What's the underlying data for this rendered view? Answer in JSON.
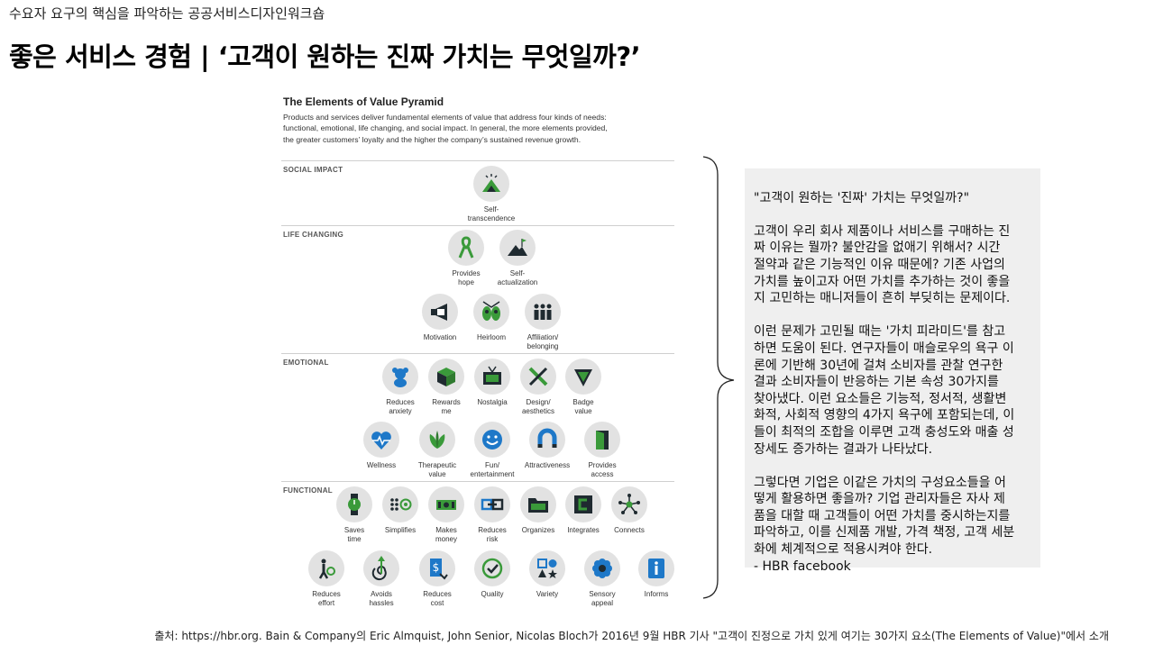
{
  "header": {
    "subtitle": "수요자 요구의 핵심을 파악하는 공공서비스디자인워크숍",
    "headline": "좋은 서비스 경험  |  ‘고객이 원하는 진짜 가치는 무엇일까?’"
  },
  "pyramid": {
    "title": "The Elements of Value Pyramid",
    "description": [
      "Products and services deliver fundamental elements of value that address four kinds of needs:",
      "functional, emotional, life changing, and social impact. In general, the more elements provided,",
      "the greater customers’ loyalty and the higher the company’s sustained revenue growth."
    ],
    "categories": {
      "social": "SOCIAL IMPACT",
      "life": "LIFE CHANGING",
      "emotional": "EMOTIONAL",
      "functional": "FUNCTIONAL"
    },
    "elements": {
      "self_transcendence": [
        "Self-",
        "transcendence"
      ],
      "provides_hope": [
        "Provides",
        "hope"
      ],
      "self_actualization": [
        "Self-",
        "actualization"
      ],
      "motivation": [
        "Motivation"
      ],
      "heirloom": [
        "Heirloom"
      ],
      "affiliation": [
        "Affiliation/",
        "belonging"
      ],
      "reduces_anxiety": [
        "Reduces",
        "anxiety"
      ],
      "rewards_me": [
        "Rewards",
        "me"
      ],
      "nostalgia": [
        "Nostalgia"
      ],
      "design": [
        "Design/",
        "aesthetics"
      ],
      "badge": [
        "Badge",
        "value"
      ],
      "wellness": [
        "Wellness"
      ],
      "therapeutic": [
        "Therapeutic",
        "value"
      ],
      "fun": [
        "Fun/",
        "entertainment"
      ],
      "attractiveness": [
        "Attractiveness"
      ],
      "access": [
        "Provides",
        "access"
      ],
      "saves_time": [
        "Saves",
        "time"
      ],
      "simplifies": [
        "Simplifies"
      ],
      "makes_money": [
        "Makes",
        "money"
      ],
      "reduces_risk": [
        "Reduces",
        "risk"
      ],
      "organizes": [
        "Organizes"
      ],
      "integrates": [
        "Integrates"
      ],
      "connects": [
        "Connects"
      ],
      "reduces_effort": [
        "Reduces",
        "effort"
      ],
      "avoids_hassles": [
        "Avoids",
        "hassles"
      ],
      "reduces_cost": [
        "Reduces",
        "cost"
      ],
      "quality": [
        "Quality"
      ],
      "variety": [
        "Variety"
      ],
      "sensory": [
        "Sensory",
        "appeal"
      ],
      "informs": [
        "Informs"
      ]
    }
  },
  "textbox": {
    "lines": [
      [
        "\"고객이 원하는 '진짜' 가치는 무엇일까?\""
      ],
      [
        "고객이 우리 회사 제품이나 서비스를 구매하는 진",
        "짜 이유는 뭘까? 불안감을 없애기 위해서? 시간",
        "절약과 같은 기능적인 이유 때문에? 기존 사업의",
        "가치를 높이고자 어떤 가치를 추가하는 것이 좋을",
        "지 고민하는 매니저들이 흔히 부딪히는 문제이다."
      ],
      [
        "이런 문제가 고민될 때는 '가치 피라미드'를 참고",
        "하면 도움이 된다. 연구자들이 매슬로우의 욕구 이",
        "론에 기반해 30년에 걸쳐 소비자를 관찰 연구한",
        "결과 소비자들이 반응하는 기본 속성 30가지를",
        "찾아냈다. 이런 요소들은 기능적, 정서적, 생활변",
        "화적, 사회적 영향의 4가지 욕구에 포함되는데, 이",
        "들이 최적의 조합을 이루면 고객 충성도와 매출 성",
        "장세도 증가하는 결과가 나타났다."
      ],
      [
        "그렇다면 기업은 이같은 가치의 구성요소들을 어",
        "떻게 활용하면 좋을까? 기업 관리자들은 자사 제",
        "품을 대할 때 고객들이 어떤 가치를 중시하는지를",
        "파악하고, 이를 신제품 개발, 가격 책정, 고객 세분",
        "화에 체계적으로 적용시켜야 한다.",
        "- HBR facebook"
      ]
    ]
  },
  "source": "출처: https://hbr.org. Bain & Company의 Eric Almquist, John Senior, Nicolas Bloch가 2016년 9월 HBR 기사 \"고객이 진정으로 가치 있게 여기는 30가지 요소(The Elements of Value)\"에서 소개",
  "colors": {
    "icon_green": "#3a9a3a",
    "icon_dark": "#1f2a30",
    "icon_blue": "#1e78c8",
    "circle_bg": "#e2e2e2",
    "textbox_bg": "#efefef"
  }
}
